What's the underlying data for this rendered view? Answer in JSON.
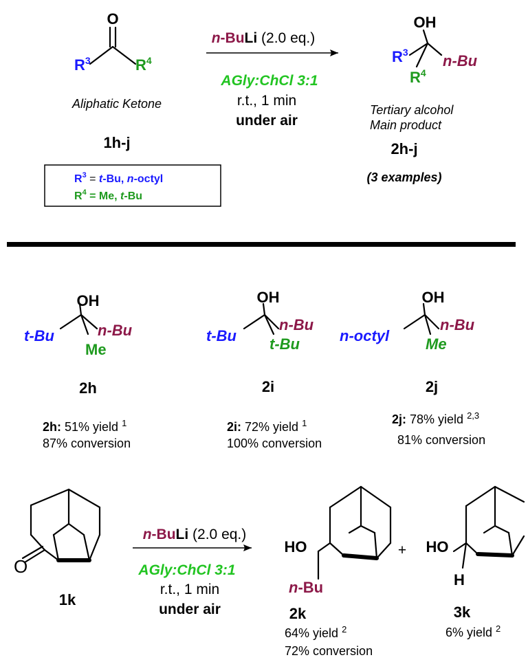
{
  "colors": {
    "r3": "#1a1aff",
    "r4": "#1e9a1e",
    "nbu": "#8c1848",
    "solvent": "#22c422",
    "black": "#000000"
  },
  "top": {
    "reactant_o": "O",
    "reactant_r3": "R",
    "reactant_r3_sup": "3",
    "reactant_r4": "R",
    "reactant_r4_sup": "4",
    "reactant_caption": "Aliphatic Ketone",
    "reactant_label": "1h-j",
    "box_r3_name": "R",
    "box_r3_sup": "3",
    "box_r3_eq": " = ",
    "box_r3_t": "t",
    "box_r3_tbu": "-Bu, ",
    "box_r3_n": "n",
    "box_r3_octyl": "-octyl",
    "box_r4_name": "R",
    "box_r4_sup": "4",
    "box_r4_eq": " = Me, ",
    "box_r4_t": "t",
    "box_r4_tbu": "-Bu",
    "reagent_n": "n",
    "reagent_bu": "-Bu",
    "reagent_li": "Li",
    "reagent_eq": " (2.0 eq.)",
    "solvent": "AGly:ChCl 3:1",
    "temp_time": "r.t., 1 min",
    "atmosphere": "under air",
    "product_oh": "OH",
    "product_r3": "R",
    "product_r3_sup": "3",
    "product_r4": "R",
    "product_r4_sup": "4",
    "product_nbu": "n-Bu",
    "product_caption_1": "Tertiary alcohol",
    "product_caption_2": "Main product",
    "product_label": "2h-j",
    "product_examples": "(3 examples)"
  },
  "examples": [
    {
      "label": "2h",
      "oh": "OH",
      "left": "t-Bu",
      "right": "n-Bu",
      "lower": "Me",
      "yield_code": "2h:",
      "yield_text": " 51% yield ",
      "yield_note": "1",
      "conversion": "87% conversion"
    },
    {
      "label": "2i",
      "oh": "OH",
      "left": "t-Bu",
      "right": "n-Bu",
      "lower": "t-Bu",
      "yield_code": "2i:",
      "yield_text": " 72% yield ",
      "yield_note": "1",
      "conversion": "100% conversion"
    },
    {
      "label": "2j",
      "oh": "OH",
      "left": "n-octyl",
      "right": "n-Bu",
      "lower": "Me",
      "yield_code": "2j:",
      "yield_text": " 78% yield ",
      "yield_note": "2,3",
      "conversion": "81% conversion"
    }
  ],
  "bottom": {
    "reactant_o": "O",
    "reactant_label": "1k",
    "reagent_n": "n",
    "reagent_bu": "-Bu",
    "reagent_li": "Li",
    "reagent_eq": " (2.0 eq.)",
    "solvent": "AGly:ChCl 3:1",
    "temp_time": "r.t., 1 min",
    "atmosphere": "under air",
    "plus": "+",
    "p1_ho": "HO",
    "p1_nbu_n": "n",
    "p1_nbu_bu": "-Bu",
    "p1_label": "2k",
    "p1_yield": "64% yield ",
    "p1_yield_note": "2",
    "p1_conversion": "72% conversion",
    "p2_ho": "HO",
    "p2_h": "H",
    "p2_label": "3k",
    "p2_yield": "6% yield ",
    "p2_yield_note": "2"
  }
}
